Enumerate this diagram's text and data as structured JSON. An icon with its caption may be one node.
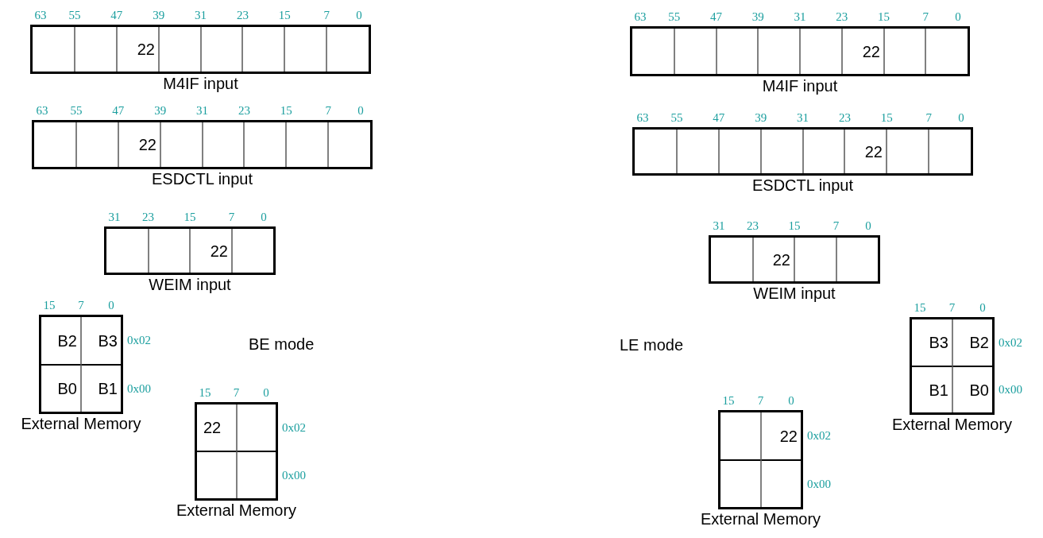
{
  "diagram": {
    "nodes": [
      {
        "text": [
          "M4IF input"
        ],
        "beside": [
          "63",
          "55",
          "47",
          "39",
          "31",
          "23",
          "15",
          "7",
          "0"
        ]
      },
      {
        "text": [],
        "shape": "box",
        "in": 0
      },
      {
        "text": [],
        "shape": "box",
        "in": 0
      },
      {
        "text": [
          "22"
        ],
        "in": 0
      },
      {
        "text": [],
        "shape": "box",
        "in": 0
      },
      {
        "text": [],
        "shape": "box",
        "in": 0
      },
      {
        "text": [],
        "shape": "box",
        "in": 0
      },
      {
        "text": [],
        "shape": "box",
        "in": 0
      },
      {
        "text": [],
        "shape": "box",
        "in": 0
      },
      {
        "text": [
          "ESDCTL input"
        ],
        "beside": [
          "63",
          "55",
          "47",
          "39",
          "31",
          "23",
          "15",
          "7",
          "0"
        ]
      },
      {
        "text": [],
        "shape": "box",
        "in": 9
      },
      {
        "text": [],
        "shape": "box",
        "in": 9
      },
      {
        "text": [
          "22"
        ],
        "in": 9
      },
      {
        "text": [],
        "shape": "box",
        "in": 9
      },
      {
        "text": [],
        "shape": "box",
        "in": 9
      },
      {
        "text": [],
        "shape": "box",
        "in": 9
      },
      {
        "text": [],
        "shape": "box",
        "in": 9
      },
      {
        "text": [],
        "shape": "box",
        "in": 9
      },
      {
        "text": [
          "WEIM input"
        ],
        "beside": [
          "31",
          "23",
          "15",
          "7",
          "0"
        ]
      },
      {
        "text": [],
        "shape": "box",
        "in": 18
      },
      {
        "text": [],
        "shape": "box",
        "in": 18
      },
      {
        "text": [
          "22"
        ],
        "in": 18
      },
      {
        "text": [],
        "shape": "box",
        "in": 18
      },
      {
        "text": [
          "External Memory"
        ],
        "beside": [
          "15",
          "7",
          "0"
        ]
      },
      {
        "text": [
          "B2"
        ],
        "in": 23
      },
      {
        "text": [
          "B3"
        ],
        "in": 23,
        "beside": [
          "0x02"
        ]
      },
      {
        "text": [
          "B0"
        ],
        "in": 23
      },
      {
        "text": [
          "B1"
        ],
        "in": 23,
        "beside": [
          "0x00"
        ]
      },
      {
        "text": [
          "External Memory"
        ],
        "beside": [
          "15",
          "7",
          "0"
        ]
      },
      {
        "text": [
          "22"
        ],
        "in": 28
      },
      {
        "text": [],
        "shape": "box",
        "in": 28,
        "beside": [
          "0x02"
        ]
      },
      {
        "text": [],
        "shape": "box",
        "in": 28
      },
      {
        "text": [],
        "shape": "box",
        "in": 28,
        "beside": [
          "0x00"
        ]
      },
      {
        "text": [
          "M4IF input"
        ],
        "beside": [
          "63",
          "55",
          "47",
          "39",
          "31",
          "23",
          "15",
          "7",
          "0"
        ]
      },
      {
        "text": [],
        "shape": "box",
        "in": 33
      },
      {
        "text": [],
        "shape": "box",
        "in": 33
      },
      {
        "text": [],
        "shape": "box",
        "in": 33
      },
      {
        "text": [],
        "shape": "box",
        "in": 33
      },
      {
        "text": [],
        "shape": "box",
        "in": 33
      },
      {
        "text": [
          "22"
        ],
        "in": 33
      },
      {
        "text": [],
        "shape": "box",
        "in": 33
      },
      {
        "text": [],
        "shape": "box",
        "in": 33
      },
      {
        "text": [
          "ESDCTL input"
        ],
        "beside": [
          "63",
          "55",
          "47",
          "39",
          "31",
          "23",
          "15",
          "7",
          "0"
        ]
      },
      {
        "text": [],
        "shape": "box",
        "in": 42
      },
      {
        "text": [],
        "shape": "box",
        "in": 42
      },
      {
        "text": [],
        "shape": "box",
        "in": 42
      },
      {
        "text": [],
        "shape": "box",
        "in": 42
      },
      {
        "text": [],
        "shape": "box",
        "in": 42
      },
      {
        "text": [
          "22"
        ],
        "in": 42
      },
      {
        "text": [],
        "shape": "box",
        "in": 42
      },
      {
        "text": [],
        "shape": "box",
        "in": 42
      },
      {
        "text": [
          "WEIM input"
        ],
        "beside": [
          "31",
          "23",
          "15",
          "7",
          "0"
        ]
      },
      {
        "text": [],
        "shape": "box",
        "in": 51
      },
      {
        "text": [
          "22"
        ],
        "in": 51
      },
      {
        "text": [],
        "shape": "box",
        "in": 51
      },
      {
        "text": [],
        "shape": "box",
        "in": 51
      },
      {
        "text": [
          "External Memory"
        ],
        "beside": [
          "15",
          "7",
          "0"
        ]
      },
      {
        "text": [
          "B3"
        ],
        "in": 56
      },
      {
        "text": [
          "B2"
        ],
        "in": 56,
        "beside": [
          "0x02"
        ]
      },
      {
        "text": [
          "B1"
        ],
        "in": 56
      },
      {
        "text": [
          "B0"
        ],
        "in": 56,
        "beside": [
          "0x00"
        ]
      },
      {
        "text": [
          "External Memory"
        ],
        "beside": [
          "15",
          "7",
          "0"
        ]
      },
      {
        "text": [],
        "shape": "box",
        "in": 61
      },
      {
        "text": [
          "22"
        ],
        "in": 61,
        "beside": [
          "0x02"
        ]
      },
      {
        "text": [],
        "shape": "box",
        "in": 61
      },
      {
        "text": [],
        "shape": "box",
        "in": 61,
        "beside": [
          "0x00"
        ]
      }
    ],
    "labels": [
      "BE mode",
      "LE mode"
    ]
  }
}
